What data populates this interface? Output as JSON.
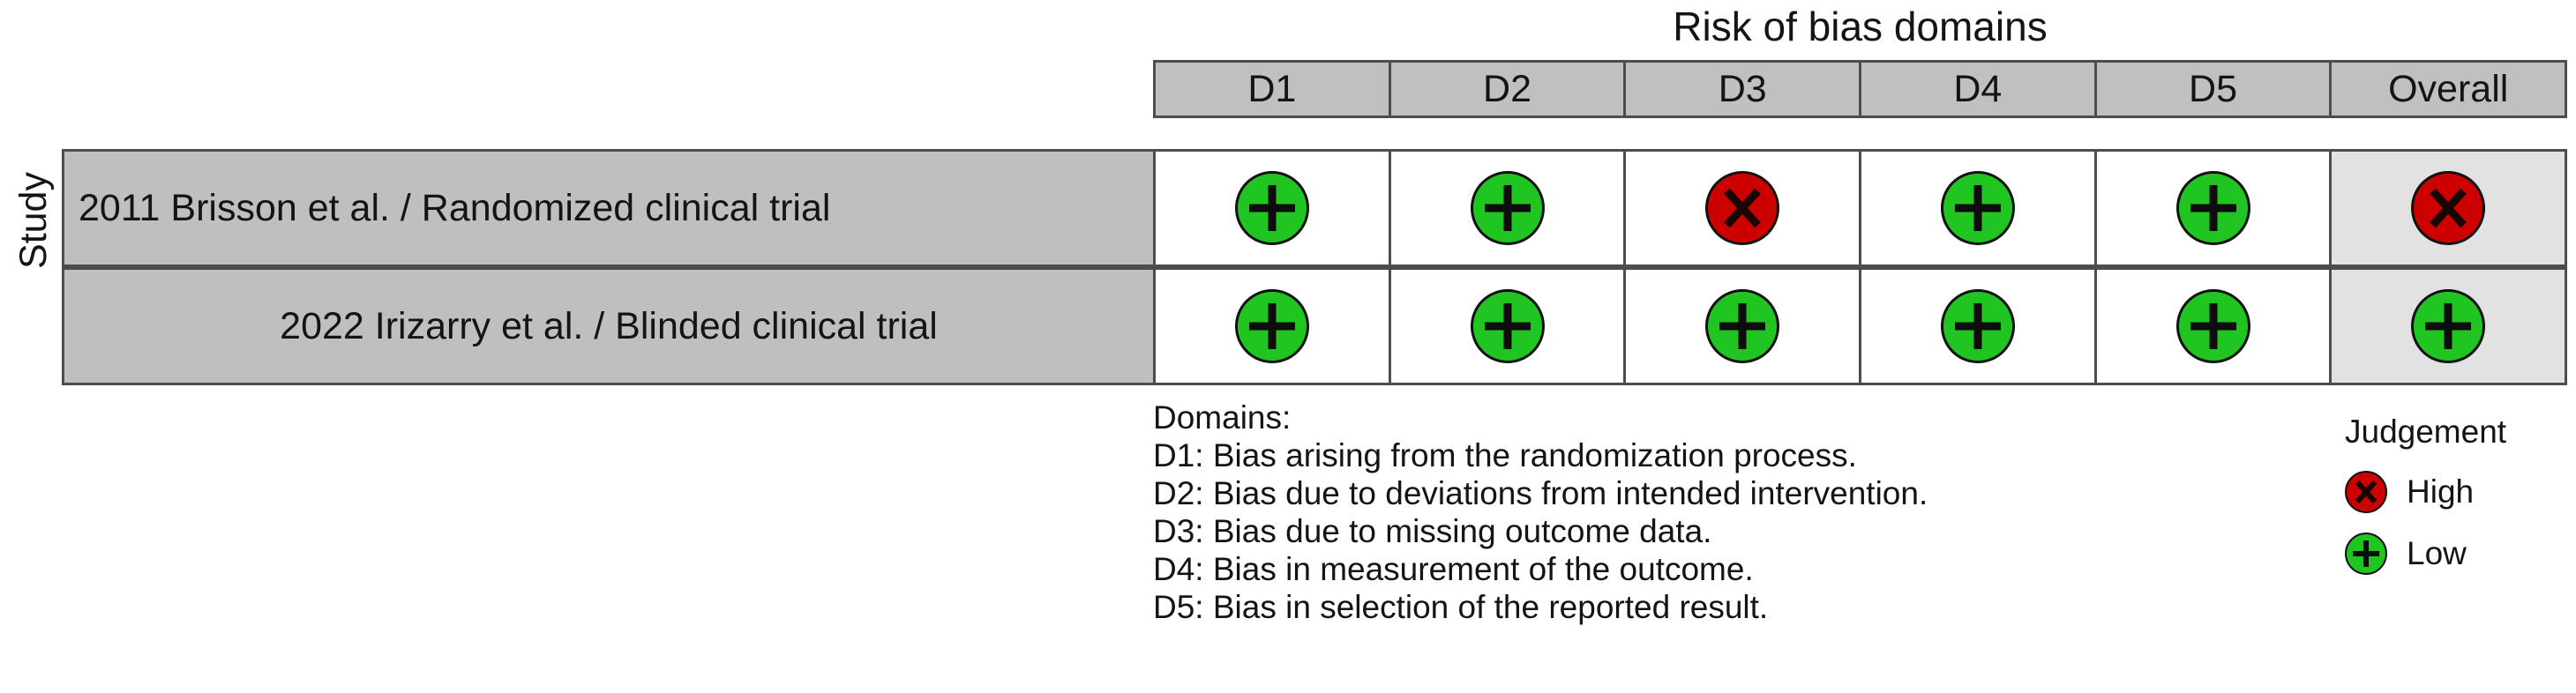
{
  "chart_data": {
    "type": "table",
    "title": "Risk of bias domains",
    "ylabel": "Study",
    "columns": [
      "D1",
      "D2",
      "D3",
      "D4",
      "D5",
      "Overall"
    ],
    "rows": [
      {
        "study": "2011  Brisson et al. / Randomized clinical trial",
        "align": "left",
        "judgements": [
          "Low",
          "Low",
          "High",
          "Low",
          "Low",
          "High"
        ]
      },
      {
        "study": "2022 Irizarry et al. / Blinded clinical trial",
        "align": "center",
        "judgements": [
          "Low",
          "Low",
          "Low",
          "Low",
          "Low",
          "Low"
        ]
      }
    ],
    "legend": {
      "title": "Judgement",
      "entries": [
        {
          "symbol": "x-icon",
          "label": "High",
          "color": "#cc0000"
        },
        {
          "symbol": "plus-icon",
          "label": "Low",
          "color": "#21c521"
        }
      ]
    },
    "annotations": {
      "heading": "Domains:",
      "lines": [
        "D1: Bias arising from the randomization process.",
        "D2: Bias due to deviations from intended intervention.",
        "D3: Bias due to missing outcome data.",
        "D4: Bias in measurement of the outcome.",
        "D5: Bias in selection of the reported result."
      ]
    },
    "colors": {
      "low": "#21c521",
      "high": "#cc0000",
      "header_bg": "#c0c0c0",
      "study_bg": "#bfbfbf",
      "overall_bg": "#e2e2e2",
      "cell_bg": "#ffffff",
      "border": "#4d4d4d"
    }
  }
}
